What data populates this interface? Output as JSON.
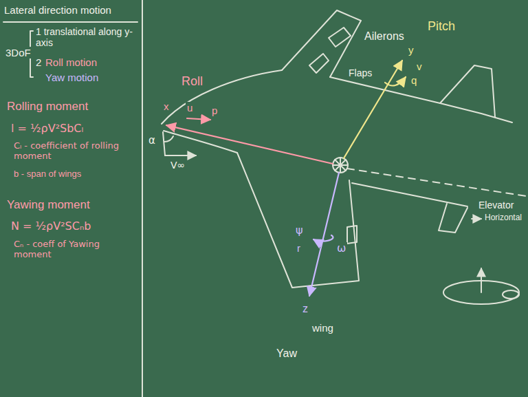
{
  "diagram": {
    "title": "Lateral direction motion",
    "labels": [
      "3DoF",
      "1 translational along y-axis",
      "2",
      "Roll motion",
      "Yaw motion",
      "Rolling moment",
      "l = ½ρV²SbCₗ",
      "Cₗ - coefficient of rolling moment",
      "b - span of wings",
      "Yawing moment",
      "N = ½ρV²SCₙb",
      "Cₙ - coeff of Yawing moment",
      "Pitch",
      "Roll",
      "x",
      "u",
      "p",
      "α",
      "V∞",
      "Ailerons",
      "y",
      "v",
      "q",
      "Flaps",
      "ψ",
      "r",
      "ω",
      "z",
      "wing",
      "Yaw",
      "Elevator",
      "Horizontal"
    ]
  }
}
